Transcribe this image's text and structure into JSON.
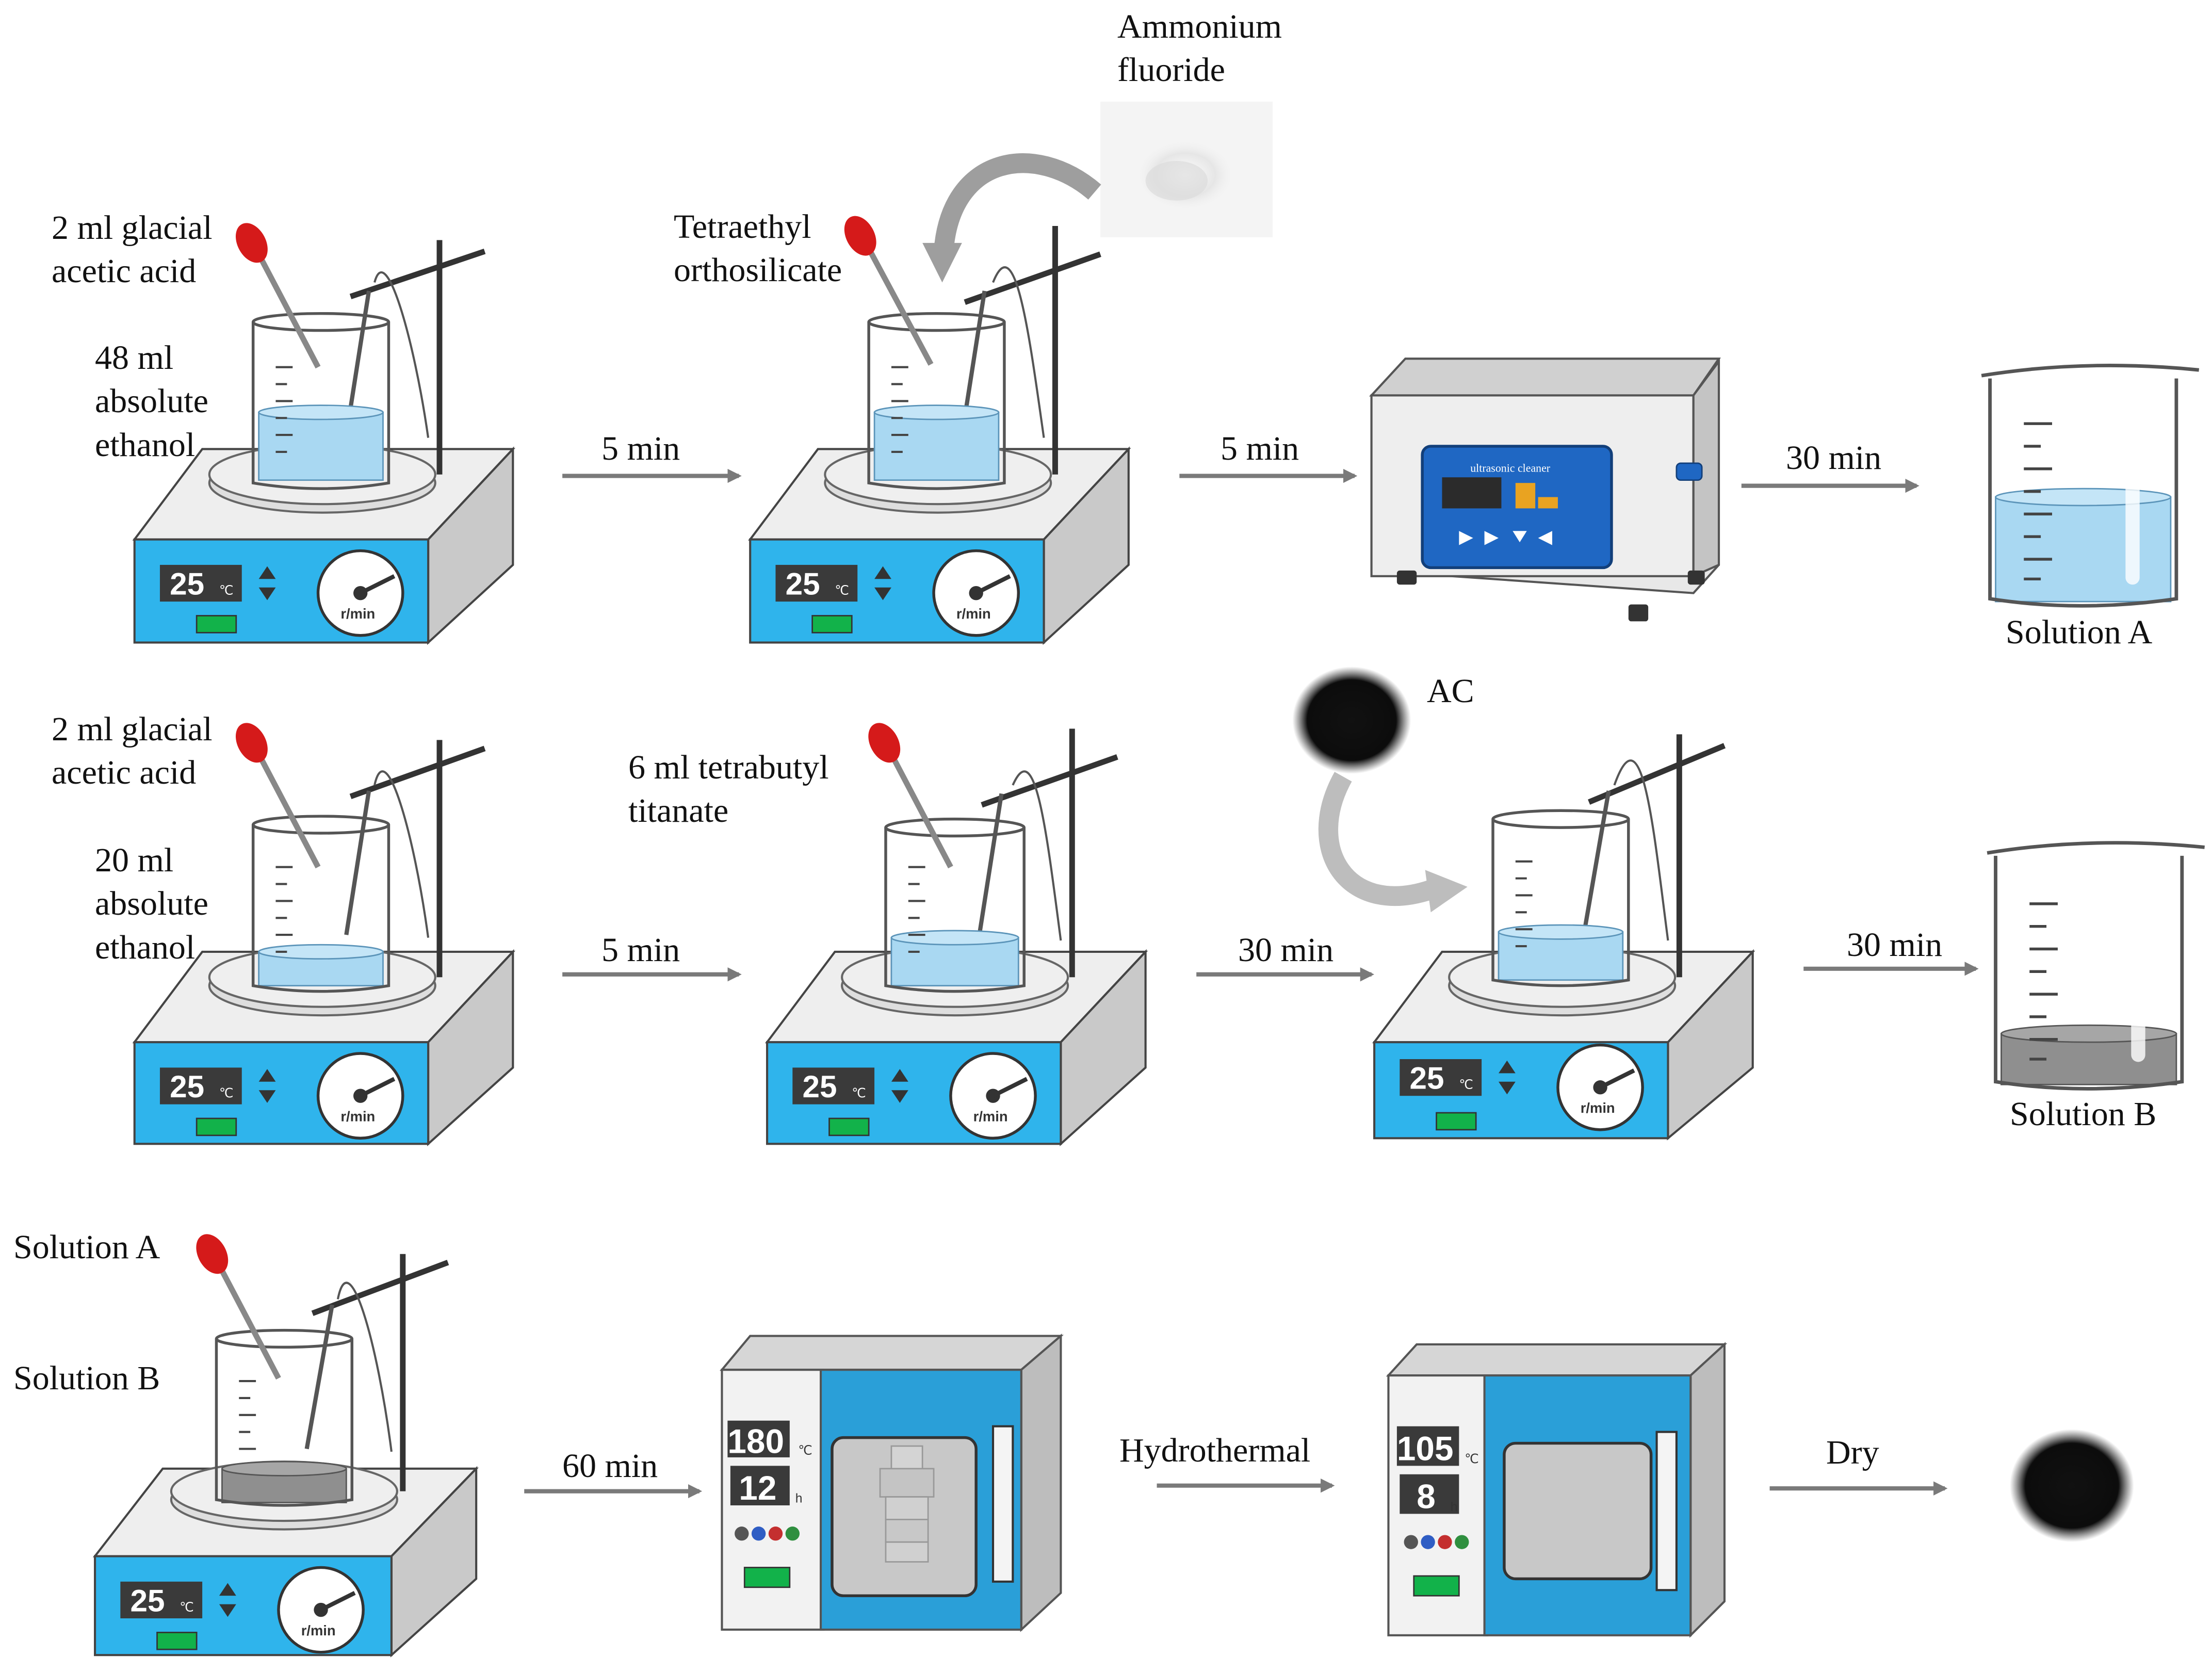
{
  "rows": [
    {
      "step1": {
        "pipette_text": [
          "2 ml glacial",
          "acetic acid"
        ],
        "solvent_text": [
          "48 ml",
          "absolute",
          "ethanol"
        ]
      },
      "arrow1": "5 min",
      "step2": {
        "pipette_text": [
          "Tetraethyl",
          "orthosilicate"
        ],
        "added_text": [
          "Ammonium",
          "fluoride"
        ]
      },
      "arrow2": "5 min",
      "device": "ultrasonic cleaner",
      "arrow3": "30 min",
      "result": "Solution A"
    },
    {
      "step1": {
        "pipette_text": [
          "2 ml glacial",
          "acetic acid"
        ],
        "solvent_text": [
          "20 ml",
          "absolute",
          "ethanol"
        ]
      },
      "arrow1": "5 min",
      "step2": {
        "pipette_text": [
          "6 ml tetrabutyl",
          "titanate"
        ]
      },
      "arrow2": "30 min",
      "step3": {
        "added_text": "AC"
      },
      "arrow3": "30 min",
      "result": "Solution B"
    },
    {
      "step1": {
        "pipette_text": "Solution A",
        "solvent_text": "Solution B"
      },
      "arrow1": "60 min",
      "oven1": {
        "temp": "180",
        "time": "12"
      },
      "arrow2": "Hydrothermal",
      "oven2": {
        "temp": "105",
        "time": "8"
      },
      "arrow3": "Dry"
    }
  ],
  "stirrer": {
    "temp_display": "25",
    "temp_unit": "℃",
    "speed_unit": "r/min"
  },
  "oven": {
    "temp_unit": "℃",
    "time_unit": "h"
  },
  "colors": {
    "panel": "#2fb4ec",
    "liquid": "#a9d8f2",
    "dark_liquid": "#8f8f8f",
    "arrow": "#7a7a7a",
    "pipette": "#d51a1a"
  }
}
